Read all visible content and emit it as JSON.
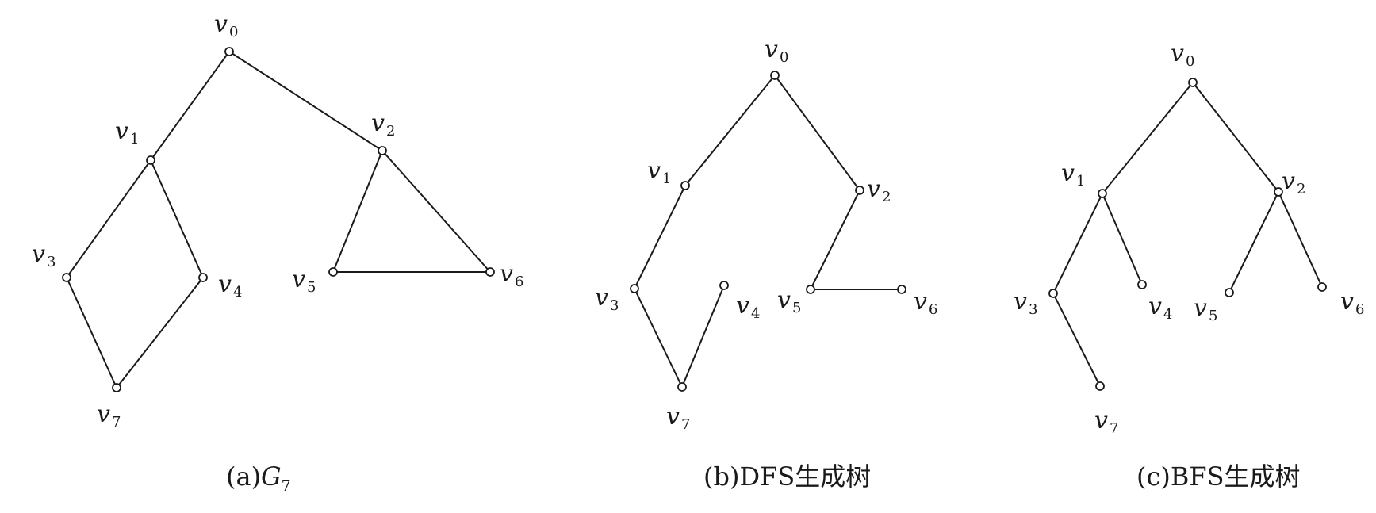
{
  "diagrams": [
    {
      "id": "g7",
      "caption": {
        "prefix": "(a)",
        "main": "G",
        "sub": "7",
        "tail": ""
      },
      "nodes": [
        {
          "id": "v0",
          "name": "v",
          "sub": "0"
        },
        {
          "id": "v1",
          "name": "v",
          "sub": "1"
        },
        {
          "id": "v2",
          "name": "v",
          "sub": "2"
        },
        {
          "id": "v3",
          "name": "v",
          "sub": "3"
        },
        {
          "id": "v4",
          "name": "v",
          "sub": "4"
        },
        {
          "id": "v5",
          "name": "v",
          "sub": "5"
        },
        {
          "id": "v6",
          "name": "v",
          "sub": "6"
        },
        {
          "id": "v7",
          "name": "v",
          "sub": "7"
        }
      ],
      "edges": [
        [
          "v0",
          "v1"
        ],
        [
          "v0",
          "v2"
        ],
        [
          "v1",
          "v3"
        ],
        [
          "v1",
          "v4"
        ],
        [
          "v3",
          "v7"
        ],
        [
          "v4",
          "v7"
        ],
        [
          "v2",
          "v5"
        ],
        [
          "v2",
          "v6"
        ],
        [
          "v5",
          "v6"
        ]
      ]
    },
    {
      "id": "dfs",
      "caption": {
        "prefix": "(b)",
        "main": "DFS生成树",
        "sub": "",
        "tail": ""
      },
      "nodes": [
        {
          "id": "v0",
          "name": "v",
          "sub": "0"
        },
        {
          "id": "v1",
          "name": "v",
          "sub": "1"
        },
        {
          "id": "v2",
          "name": "v",
          "sub": "2"
        },
        {
          "id": "v3",
          "name": "v",
          "sub": "3"
        },
        {
          "id": "v4",
          "name": "v",
          "sub": "4"
        },
        {
          "id": "v5",
          "name": "v",
          "sub": "5"
        },
        {
          "id": "v6",
          "name": "v",
          "sub": "6"
        },
        {
          "id": "v7",
          "name": "v",
          "sub": "7"
        }
      ],
      "edges": [
        [
          "v0",
          "v1"
        ],
        [
          "v0",
          "v2"
        ],
        [
          "v1",
          "v3"
        ],
        [
          "v3",
          "v7"
        ],
        [
          "v7",
          "v4"
        ],
        [
          "v2",
          "v5"
        ],
        [
          "v5",
          "v6"
        ]
      ]
    },
    {
      "id": "bfs",
      "caption": {
        "prefix": "(c)",
        "main": "BFS生成树",
        "sub": "",
        "tail": ""
      },
      "nodes": [
        {
          "id": "v0",
          "name": "v",
          "sub": "0"
        },
        {
          "id": "v1",
          "name": "v",
          "sub": "1"
        },
        {
          "id": "v2",
          "name": "v",
          "sub": "2"
        },
        {
          "id": "v3",
          "name": "v",
          "sub": "3"
        },
        {
          "id": "v4",
          "name": "v",
          "sub": "4"
        },
        {
          "id": "v5",
          "name": "v",
          "sub": "5"
        },
        {
          "id": "v6",
          "name": "v",
          "sub": "6"
        },
        {
          "id": "v7",
          "name": "v",
          "sub": "7"
        }
      ],
      "edges": [
        [
          "v0",
          "v1"
        ],
        [
          "v0",
          "v2"
        ],
        [
          "v1",
          "v3"
        ],
        [
          "v1",
          "v4"
        ],
        [
          "v2",
          "v5"
        ],
        [
          "v2",
          "v6"
        ],
        [
          "v3",
          "v7"
        ]
      ]
    }
  ]
}
